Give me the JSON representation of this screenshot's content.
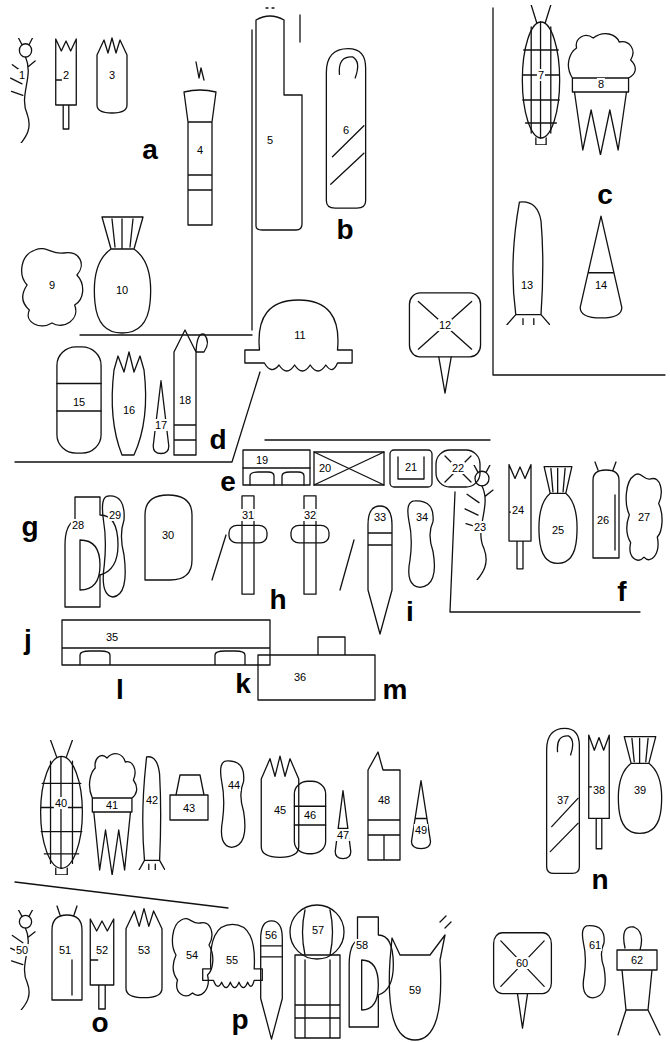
{
  "diagram": {
    "labels": [
      "1",
      "2",
      "3",
      "4",
      "5",
      "6",
      "7",
      "8",
      "9",
      "10",
      "11",
      "12",
      "13",
      "14",
      "15",
      "16",
      "17",
      "18",
      "19",
      "20",
      "21",
      "22",
      "23",
      "24",
      "25",
      "26",
      "27",
      "28",
      "29",
      "30",
      "31",
      "32",
      "33",
      "34",
      "35",
      "36",
      "37",
      "38",
      "39",
      "40",
      "41",
      "42",
      "43",
      "44",
      "45",
      "46",
      "47",
      "48",
      "49",
      "50",
      "51",
      "52",
      "53",
      "54",
      "55",
      "56",
      "57",
      "58",
      "59",
      "60",
      "61",
      "62",
      "a",
      "b",
      "c",
      "d",
      "e",
      "f",
      "g",
      "h",
      "i",
      "j",
      "k",
      "l",
      "m",
      "n",
      "o",
      "p"
    ]
  }
}
